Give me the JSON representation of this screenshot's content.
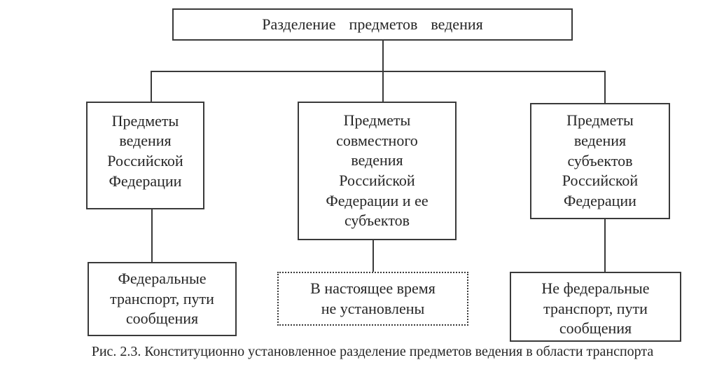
{
  "diagram": {
    "root": {
      "lines": [
        "Разделение  предметов  ведения"
      ]
    },
    "categories": [
      {
        "title_lines": [
          "Предметы",
          "ведения",
          "Российской",
          "Федерации"
        ],
        "detail_lines": [
          "Федеральные",
          "транспорт, пути",
          "сообщения"
        ]
      },
      {
        "title_lines": [
          "Предметы",
          "совместного",
          "ведения",
          "Российской",
          "Федерации и ее",
          "субъектов"
        ],
        "detail_lines": [
          "В настоящее время",
          "не установлены"
        ]
      },
      {
        "title_lines": [
          "Предметы",
          "ведения",
          "субъектов",
          "Российской",
          "Федерации"
        ],
        "detail_lines": [
          "Не федеральные",
          "транспорт, пути",
          "сообщения"
        ]
      }
    ]
  },
  "caption": "Рис. 2.3. Конституционно установленное разделение предметов ведения в области транспорта"
}
